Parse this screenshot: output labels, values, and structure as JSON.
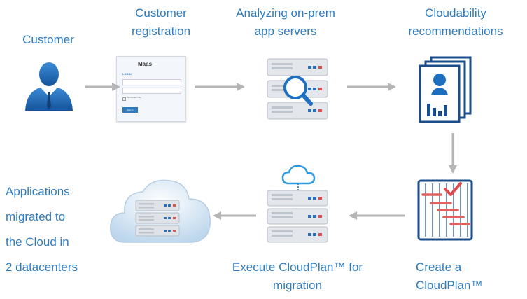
{
  "steps": {
    "customer": {
      "lines": [
        "Customer"
      ]
    },
    "registration": {
      "lines": [
        "Customer",
        "registration"
      ]
    },
    "analyzing": {
      "lines": [
        "Analyzing on-prem",
        "app servers"
      ]
    },
    "recommendations": {
      "lines": [
        "Cloudability",
        "recommendations"
      ]
    },
    "cloudplan": {
      "lines": [
        "Create a",
        "CloudPlan™"
      ]
    },
    "execute": {
      "lines": [
        "Execute CloudPlan™ for",
        "migration"
      ]
    },
    "migrated": {
      "lines": [
        "Applications",
        "migrated to",
        "the Cloud in",
        "2 datacenters"
      ]
    }
  },
  "login_mock": {
    "logo": "Maas",
    "heading": "LOGIN",
    "remember": "Remember Me",
    "button": "Sign In"
  },
  "colors": {
    "label": "#2e7bbf",
    "arrow": "#b5b5b5",
    "icon_blue": "#1f6fc0",
    "server_gray": "#d7dbe1"
  }
}
